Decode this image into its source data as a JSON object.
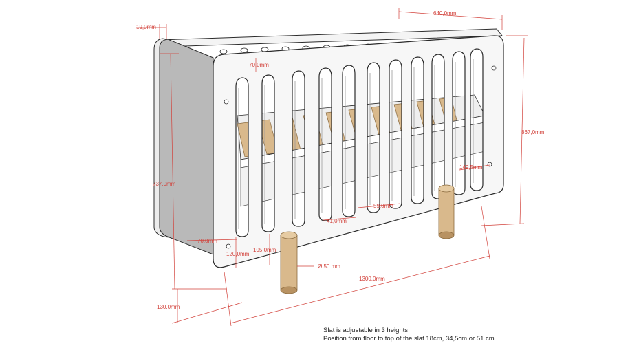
{
  "colors": {
    "dimension": "#d2413a",
    "outline": "#2b2b2b",
    "panel_side": "#b9b9b9",
    "panel_front": "#f7f7f7",
    "wood": "#d9b98c",
    "wood_dark": "#b89262"
  },
  "dimensions": {
    "width_depth": "640,0mm",
    "panel_thickness": "19,0mm",
    "slat_top_gap": "70,0mm",
    "overall_height": "867,0mm",
    "side_height": "737,0mm",
    "rail_height": "149,5mm",
    "slat_gap": "59,0mm",
    "slat_width": "41,0mm",
    "bottom_offset": "70,0mm",
    "lower_rail": "105,0mm",
    "base_height": "120,0mm",
    "leg_diameter": "Ø 50 mm",
    "overall_length": "1300,0mm",
    "leg_height": "130,0mm"
  },
  "notes": {
    "line1": "Slat is adjustable in 3 heights",
    "line2": "Position from floor to top of the slat 18cm, 34,5cm or 51 cm"
  }
}
